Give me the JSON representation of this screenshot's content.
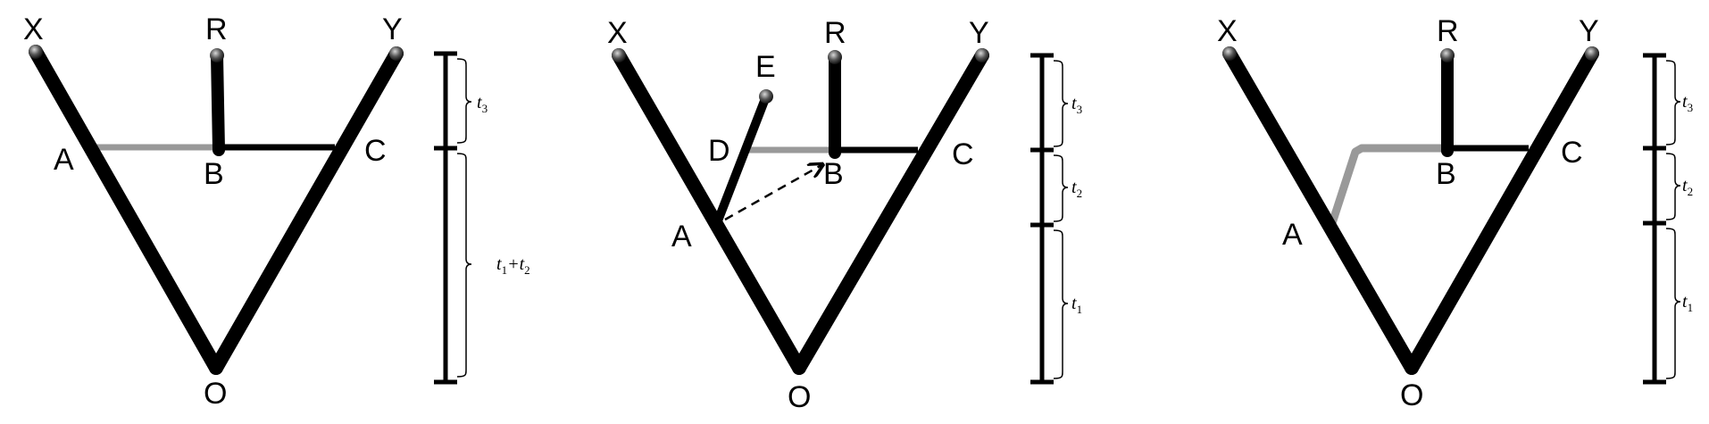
{
  "colors": {
    "branch": "#000000",
    "hybrid_edge": "#999999",
    "tip_fill_dark": "#333333",
    "tip_fill_light": "#bbbbbb"
  },
  "panels": [
    {
      "labels": {
        "X": "X",
        "R": "R",
        "Y": "Y",
        "A": "A",
        "B": "B",
        "C": "C",
        "O": "O"
      },
      "time_labels": [
        {
          "base": "t",
          "sub": "3"
        },
        {
          "base": "t",
          "sub": "1",
          "plus": "+",
          "base2": "t",
          "sub2": "2"
        }
      ]
    },
    {
      "labels": {
        "X": "X",
        "E": "E",
        "R": "R",
        "Y": "Y",
        "D": "D",
        "B": "B",
        "C": "C",
        "A": "A",
        "O": "O"
      },
      "time_labels": [
        {
          "base": "t",
          "sub": "3"
        },
        {
          "base": "t",
          "sub": "2"
        },
        {
          "base": "t",
          "sub": "1"
        }
      ]
    },
    {
      "labels": {
        "X": "X",
        "R": "R",
        "Y": "Y",
        "A": "A",
        "B": "B",
        "C": "C",
        "O": "O"
      },
      "time_labels": [
        {
          "base": "t",
          "sub": "3"
        },
        {
          "base": "t",
          "sub": "2"
        },
        {
          "base": "t",
          "sub": "1"
        }
      ]
    }
  ]
}
